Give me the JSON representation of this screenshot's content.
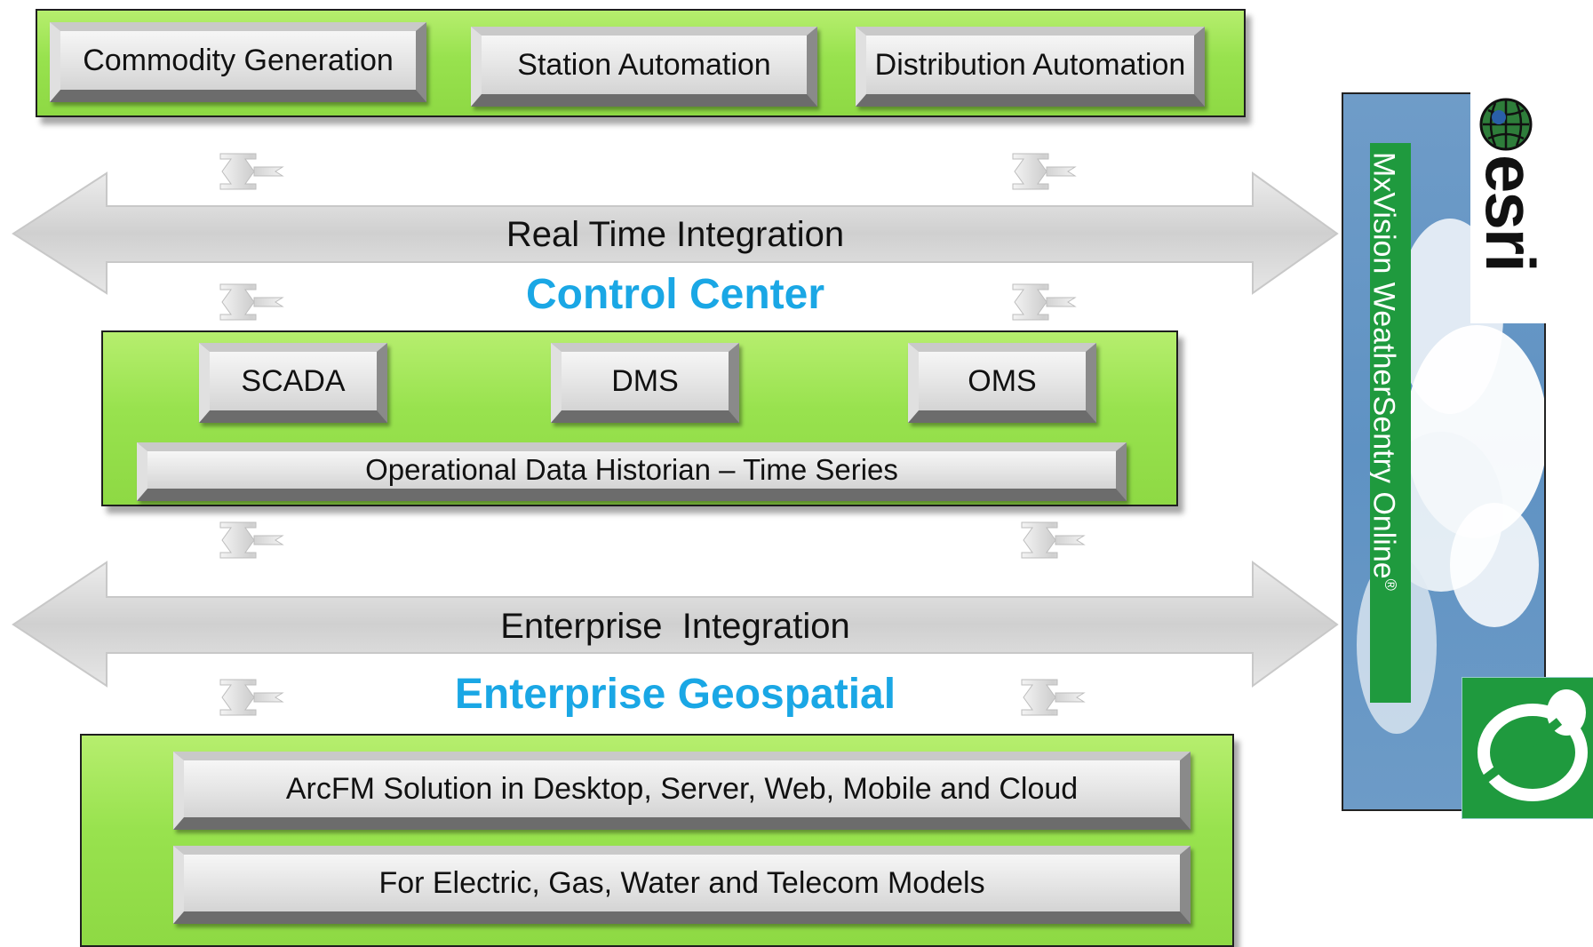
{
  "top_panel": {
    "buttons": [
      "Commodity Generation",
      "Station Automation",
      "Distribution Automation"
    ]
  },
  "real_time_band": {
    "label": "Real Time Integration"
  },
  "control_center": {
    "title": "Control Center",
    "buttons": [
      "SCADA",
      "DMS",
      "OMS"
    ],
    "historian": "Operational Data Historian – Time Series"
  },
  "enterprise_band": {
    "label": "Enterprise  Integration"
  },
  "enterprise_geospatial": {
    "title": "Enterprise Geospatial",
    "rows": [
      "ArcFM Solution in Desktop, Server, Web, Mobile and Cloud",
      "For Electric, Gas, Water and Telecom Models"
    ]
  },
  "side": {
    "weather_product": "MxVision WeatherSentry Online",
    "registered_mark": "®",
    "esri_logo": "esri"
  },
  "colors": {
    "panel_green": "#98e24e",
    "title_blue": "#1aa7e5",
    "weather_green": "#1f9a3e"
  }
}
